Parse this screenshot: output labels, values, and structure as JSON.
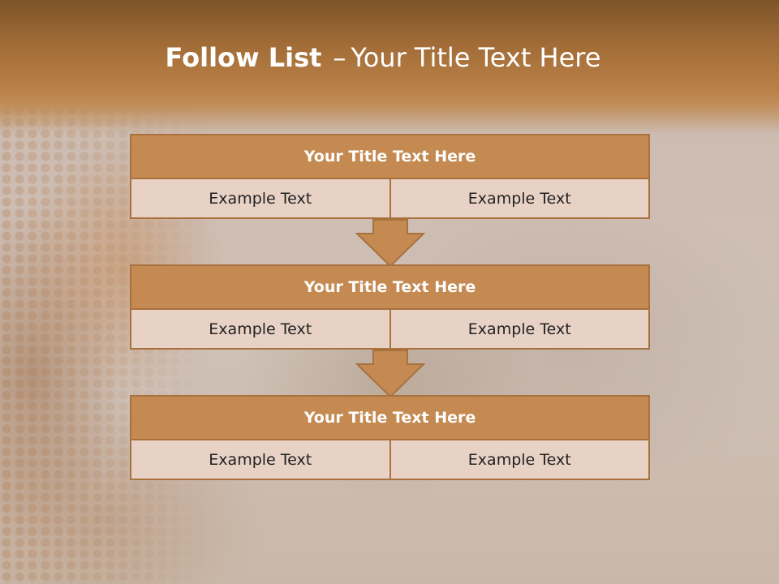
{
  "slide": {
    "title_bold": "Follow List",
    "title_dash": "–",
    "title_rest": "Your Title Text Here"
  },
  "blocks": [
    {
      "title": "Your Title Text Here",
      "left": "Example Text",
      "right": "Example Text"
    },
    {
      "title": "Your Title Text Here",
      "left": "Example Text",
      "right": "Example Text"
    },
    {
      "title": "Your Title Text Here",
      "left": "Example Text",
      "right": "Example Text"
    }
  ],
  "colors": {
    "header_band": "#a36d38",
    "block_fill": "#c48a52",
    "block_border": "#a8713e",
    "cell_fill": "#e8d2c6",
    "arrow_fill": "#c48a52"
  }
}
